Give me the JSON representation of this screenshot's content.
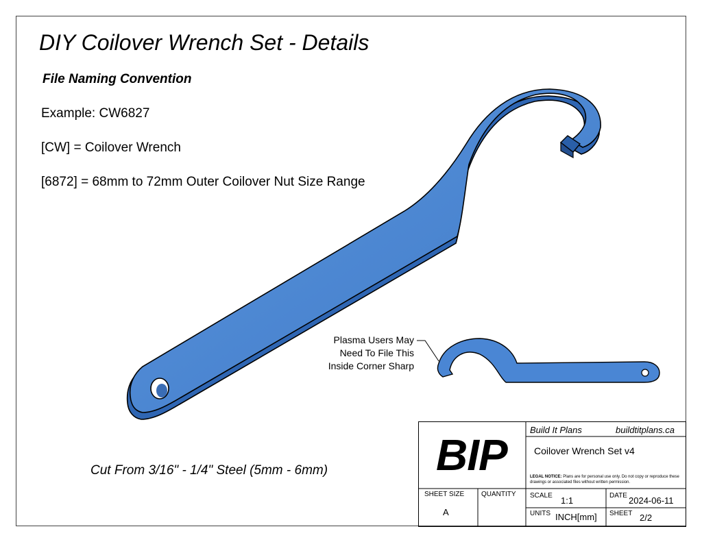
{
  "document": {
    "title": "DIY Coilover Wrench Set - Details",
    "naming_heading": "File Naming Convention",
    "lines": [
      "Example: CW6827",
      "[CW] = Coilover Wrench",
      "[6872] = 68mm to 72mm Outer Coilover Nut Size Range"
    ],
    "material": "Cut From 3/16\" - 1/4\" Steel (5mm - 6mm)",
    "callout": [
      "Plasma Users May",
      "Need To File This",
      "Inside Corner Sharp"
    ]
  },
  "colors": {
    "wrench_fill": "#4a86d4",
    "wrench_top": "#3d7bcc",
    "wrench_edge": "#2a5fa8",
    "outline": "#000000"
  },
  "title_block": {
    "logo": "BIP",
    "company": "Build It Plans",
    "website": "buildtitplans.ca",
    "project": "Coilover Wrench Set v4",
    "legal_label": "LEGAL NOTICE:",
    "legal_text": "Plans are for personal use only. Do not copy or reproduce these drawings or associated files without written permission.",
    "sheet_size_label": "SHEET SIZE",
    "sheet_size": "A",
    "quantity_label": "QUANTITY",
    "quantity": "",
    "scale_label": "SCALE",
    "scale": "1:1",
    "date_label": "DATE",
    "date": "2024-06-11",
    "units_label": "UNITS",
    "units": "INCH[mm]",
    "sheet_label": "SHEET",
    "sheet": "2/2"
  }
}
